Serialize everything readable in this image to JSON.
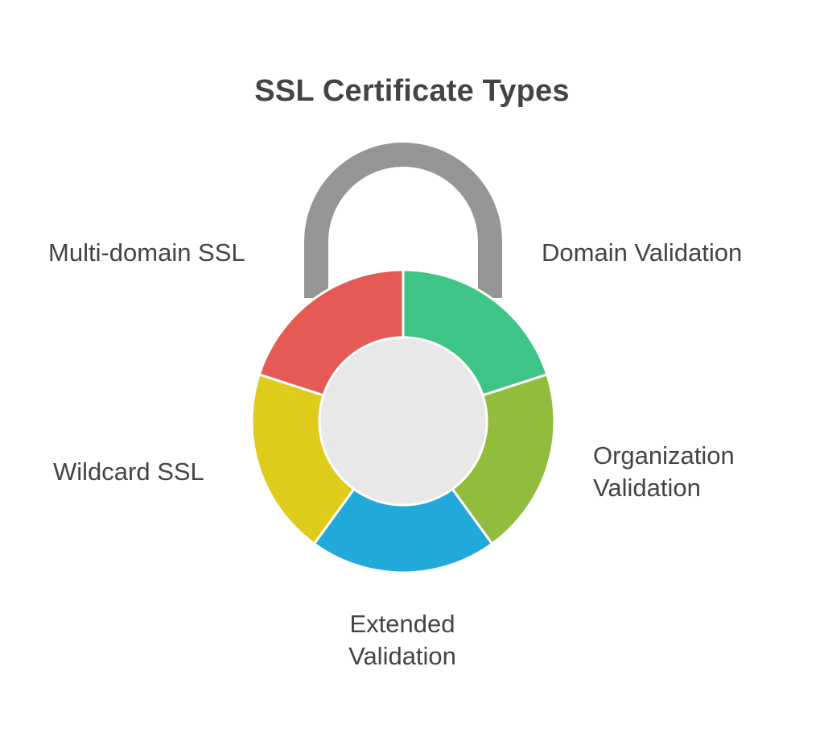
{
  "title": "SSL Certificate Types",
  "segments": [
    {
      "id": "domain-validation",
      "lines": [
        "Domain Validation"
      ],
      "color": "#3ec484"
    },
    {
      "id": "organization-validation",
      "lines": [
        "Organization",
        "Validation"
      ],
      "color": "#92bc3c"
    },
    {
      "id": "extended-validation",
      "lines": [
        "Extended",
        "Validation"
      ],
      "color": "#20a9d9"
    },
    {
      "id": "wildcard-ssl",
      "lines": [
        "Wildcard SSL"
      ],
      "color": "#dfcb1a"
    },
    {
      "id": "multi-domain-ssl",
      "lines": [
        "Multi-domain SSL"
      ],
      "color": "#e55a55"
    }
  ],
  "shackle_color": "#959595",
  "center_color": "#e8e8e8"
}
